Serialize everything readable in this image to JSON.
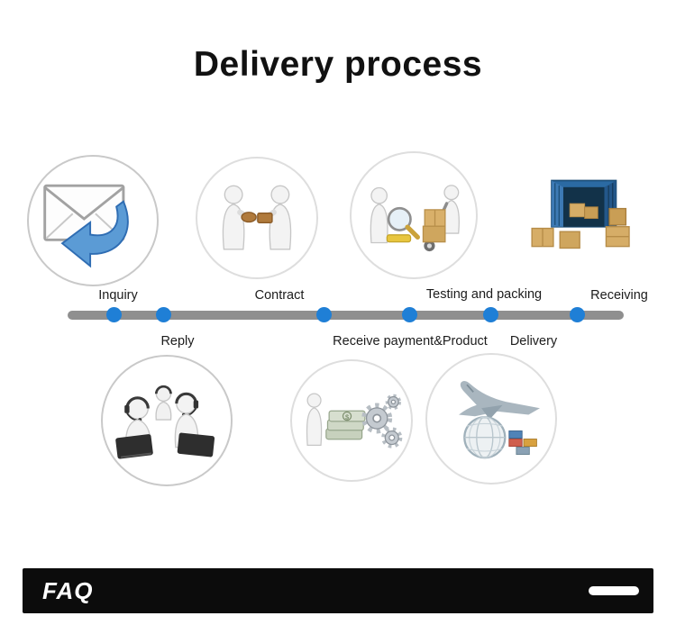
{
  "title": "Delivery process",
  "steps": [
    {
      "label": "Inquiry",
      "side": "above",
      "icon": "envelope-reply-icon"
    },
    {
      "label": "Reply",
      "side": "below",
      "icon": "support-team-icon"
    },
    {
      "label": "Contract",
      "side": "above",
      "icon": "deal-figures-icon"
    },
    {
      "label": "Receive payment&Product",
      "side": "below",
      "icon": "money-gears-icon"
    },
    {
      "label": "Testing and packing",
      "side": "above",
      "icon": "inspection-trolley-icon"
    },
    {
      "label": "Delivery",
      "side": "below",
      "icon": "airplane-globe-icon"
    },
    {
      "label": "Receiving",
      "side": "above",
      "icon": "container-boxes-icon"
    }
  ],
  "footer": {
    "faq_label": "FAQ"
  },
  "colors": {
    "timeline_bar": "#8f8f8f",
    "timeline_dot": "#1f7fd6",
    "accent_blue": "#5b9bd5",
    "footer_bg": "#0c0c0c",
    "box_tan": "#d6ad67",
    "container_blue": "#2b6aa3"
  }
}
